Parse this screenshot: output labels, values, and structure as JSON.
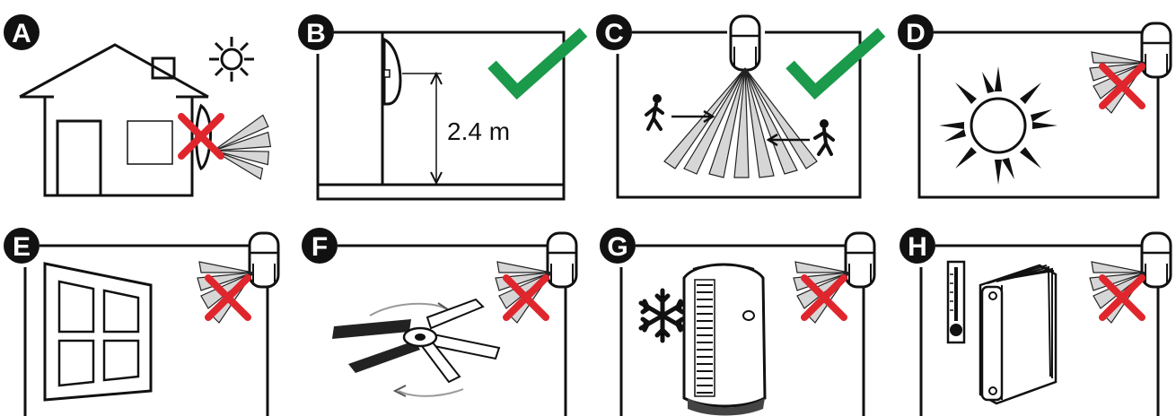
{
  "panels": [
    {
      "id": "A",
      "label": "A",
      "scene": "house-exterior-sun",
      "verdict": "bad"
    },
    {
      "id": "B",
      "label": "B",
      "scene": "mounting-height",
      "verdict": "good",
      "measurement": "2.4 m"
    },
    {
      "id": "C",
      "label": "C",
      "scene": "walking-across-beams",
      "verdict": "good"
    },
    {
      "id": "D",
      "label": "D",
      "scene": "direct-sunlight",
      "verdict": "bad"
    },
    {
      "id": "E",
      "label": "E",
      "scene": "window",
      "verdict": "bad"
    },
    {
      "id": "F",
      "label": "F",
      "scene": "ceiling-fan",
      "verdict": "bad"
    },
    {
      "id": "G",
      "label": "G",
      "scene": "air-conditioner",
      "verdict": "bad"
    },
    {
      "id": "H",
      "label": "H",
      "scene": "radiator-heater",
      "verdict": "bad"
    }
  ],
  "colors": {
    "good": "#1a9a4a",
    "bad": "#e0262d",
    "outline": "#111111",
    "beam": "#d6d6d6"
  }
}
